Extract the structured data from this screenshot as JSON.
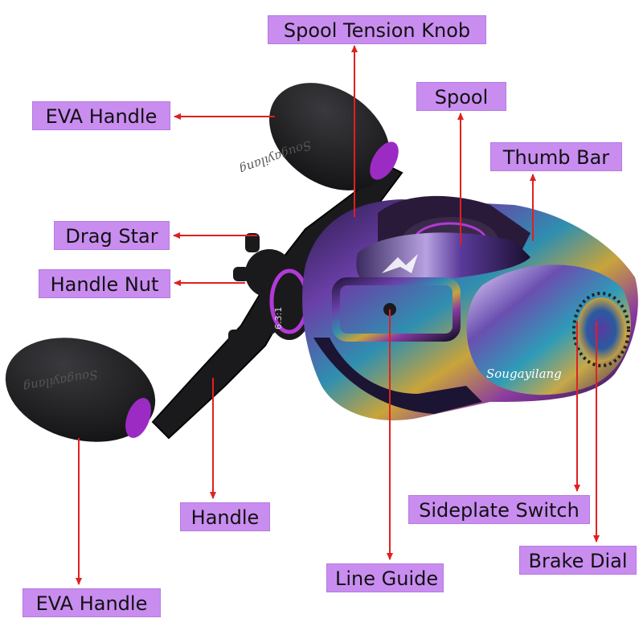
{
  "labels": {
    "spool_tension_knob": "Spool Tension Knob",
    "spool": "Spool",
    "eva_handle_top": "EVA Handle",
    "thumb_bar": "Thumb Bar",
    "drag_star": "Drag Star",
    "handle_nut": "Handle Nut",
    "handle": "Handle",
    "sideplate_switch": "Sideplate Switch",
    "brake_dial": "Brake Dial",
    "line_guide": "Line Guide",
    "eva_handle_bottom": "EVA Handle"
  },
  "knob_branding": "Sougayilang",
  "sideplate_branding": "Sougayilang",
  "gear_ratio": "6.3:1",
  "colors": {
    "label_fill": "#c98df0",
    "arrow": "#e02020",
    "knob": "#1c1c1e",
    "accent": "#b23ad6"
  }
}
